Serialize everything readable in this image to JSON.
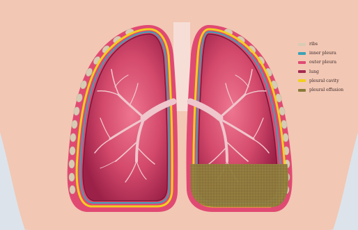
{
  "legend": [
    {
      "key": "ribs",
      "label": "ribs",
      "color": "#d8cbb4"
    },
    {
      "key": "inner-pleura",
      "label": "inner pleura",
      "color": "#3aa3b6"
    },
    {
      "key": "outer-pleura",
      "label": "outer pleura",
      "color": "#e04a72"
    },
    {
      "key": "lung",
      "label": "lung",
      "color": "#a52a52"
    },
    {
      "key": "pleural-cavity",
      "label": "pleural cavity",
      "color": "#f2cf1f"
    },
    {
      "key": "pleural-effusion",
      "label": "pleural effusion",
      "color": "#8a7a3a"
    }
  ],
  "colors": {
    "background": "#dde3ea",
    "body": "#f2c7b4",
    "trachea": "#f6ded6",
    "bronchi": "#eec6cc",
    "lung_tissue": "#a52a52",
    "lung_edge": "#7a1838"
  }
}
